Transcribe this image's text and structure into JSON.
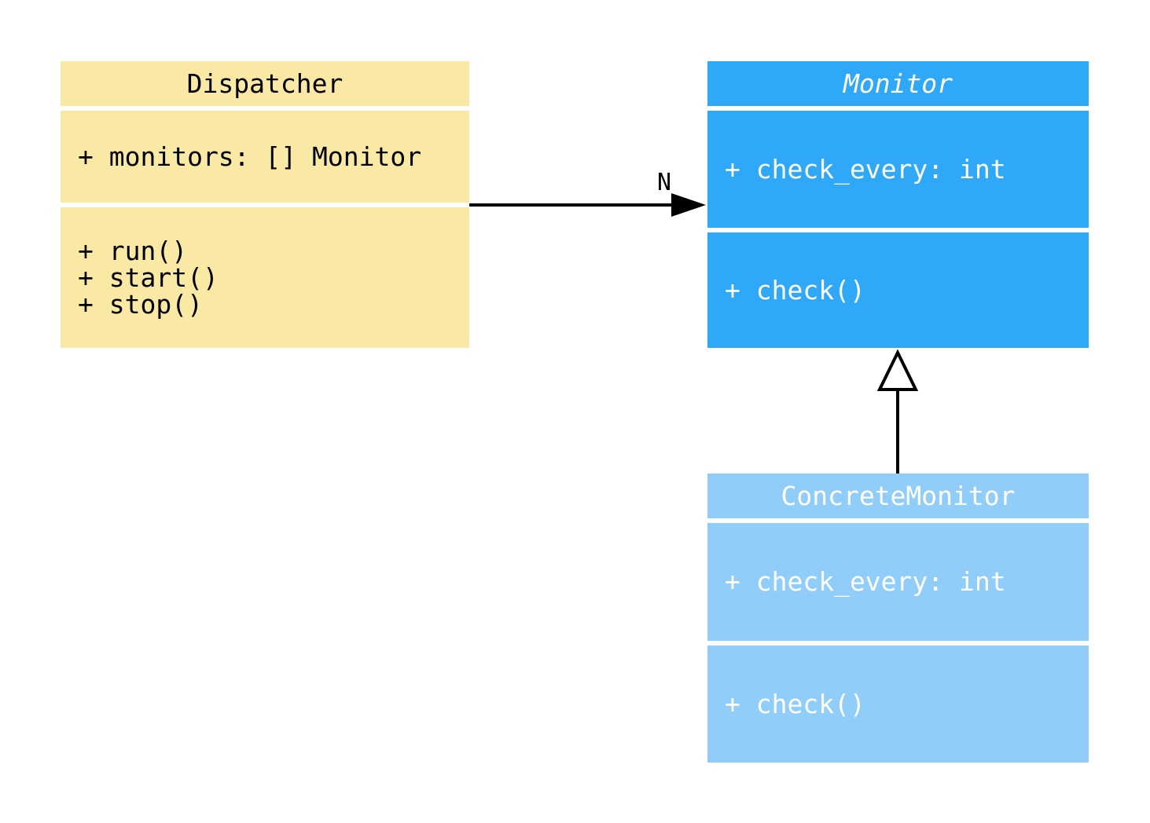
{
  "classes": {
    "dispatcher": {
      "title": "Dispatcher",
      "attributes": [
        "+ monitors: [] Monitor"
      ],
      "methods": [
        "+ run()",
        "+ start()",
        "+ stop()"
      ]
    },
    "monitor": {
      "title": "Monitor",
      "title_italic": true,
      "attributes": [
        "+ check_every: int"
      ],
      "methods": [
        "+ check()"
      ]
    },
    "concrete_monitor": {
      "title": "ConcreteMonitor",
      "title_italic": false,
      "attributes": [
        "+ check_every: int"
      ],
      "methods": [
        "+ check()"
      ]
    }
  },
  "relations": {
    "association": {
      "type": "association",
      "from": "Dispatcher",
      "to": "Monitor",
      "label": "N"
    },
    "inheritance": {
      "type": "inheritance",
      "from": "ConcreteMonitor",
      "to": "Monitor"
    }
  },
  "colors": {
    "background": "#FFFFFF",
    "dispatcher_bg": "#FAE9A5",
    "dispatcher_text": "#000000",
    "monitor_bg": "#2FA8F8",
    "monitor_text": "#FFFFFF",
    "concrete_bg": "#90CEF9",
    "concrete_text": "#FFFFFF",
    "line_color": "#000000"
  }
}
